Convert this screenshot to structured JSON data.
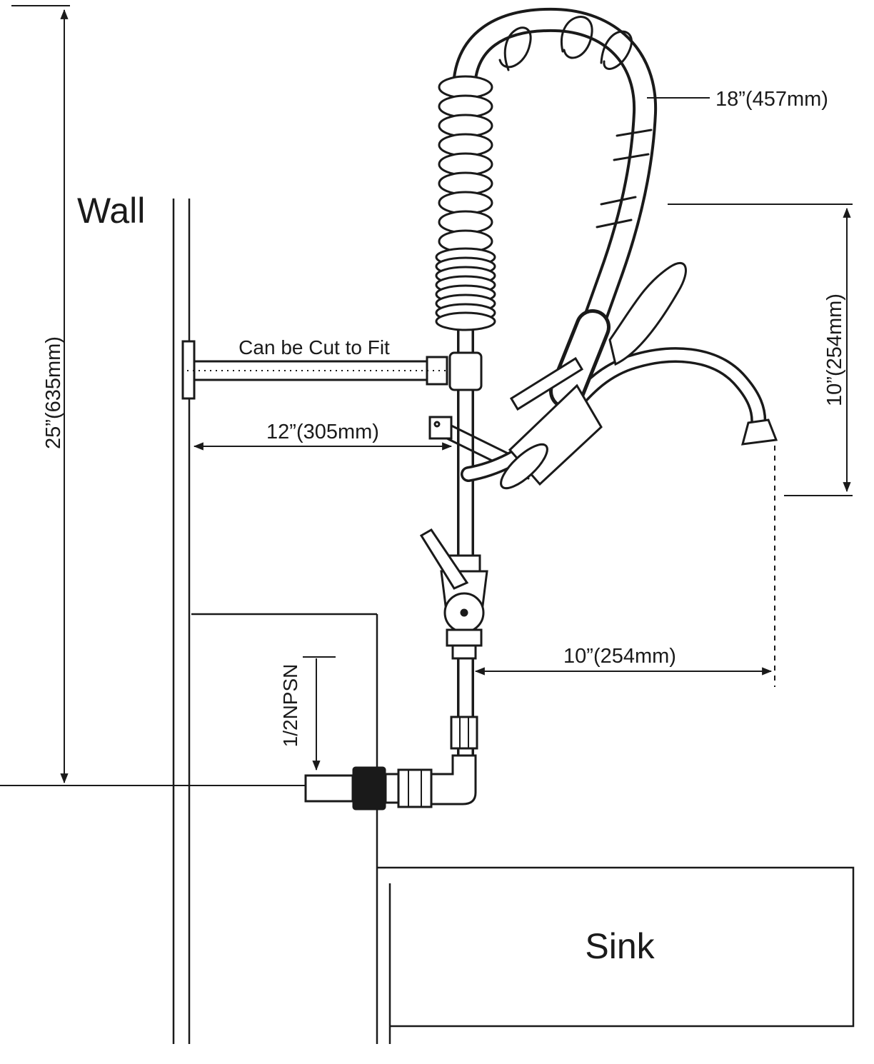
{
  "diagram": {
    "wall_label": "Wall",
    "sink_label": "Sink",
    "bracket_note": "Can be Cut to Fit",
    "dimensions": {
      "hose_length": "18”(457mm)",
      "overall_height": "25”(635mm)",
      "handle_height": "10”(254mm)",
      "wall_offset": "12”(305mm)",
      "spout_reach": "10”(254mm)",
      "inlet_thread": "1/2NPSN"
    }
  }
}
